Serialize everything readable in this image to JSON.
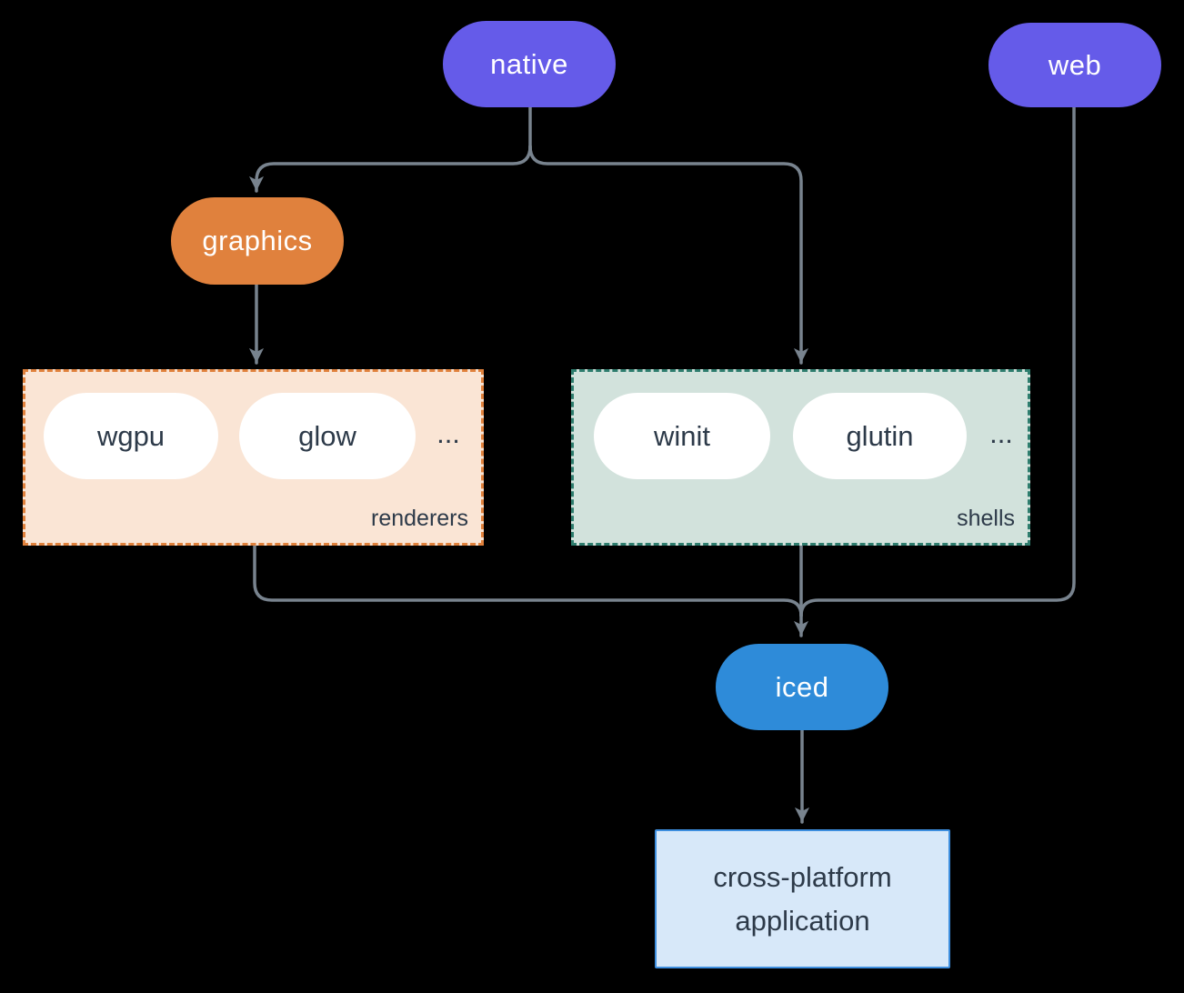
{
  "diagram": {
    "nodes": {
      "native": {
        "label": "native"
      },
      "web": {
        "label": "web"
      },
      "graphics": {
        "label": "graphics"
      },
      "iced": {
        "label": "iced"
      },
      "application": {
        "label": "cross-platform application"
      }
    },
    "groups": {
      "renderers": {
        "label": "renderers",
        "items": [
          "wgpu",
          "glow"
        ],
        "more": "..."
      },
      "shells": {
        "label": "shells",
        "items": [
          "winit",
          "glutin"
        ],
        "more": "..."
      }
    },
    "colors": {
      "node-purple": "#655BE9",
      "node-orange": "#E0813D",
      "node-blue": "#2E8BD9",
      "pill-white": "#FFFFFF",
      "dark-text": "#2D3A49",
      "renderers-bg": "#FAE5D5",
      "renderers-border": "#E0813C",
      "shells-bg": "#D2E2DC",
      "shells-border": "#2E7D6E",
      "app-bg": "#D7E8F9",
      "app-border": "#3D8EDF",
      "edge": "#78838E",
      "bg": "#000000"
    }
  }
}
